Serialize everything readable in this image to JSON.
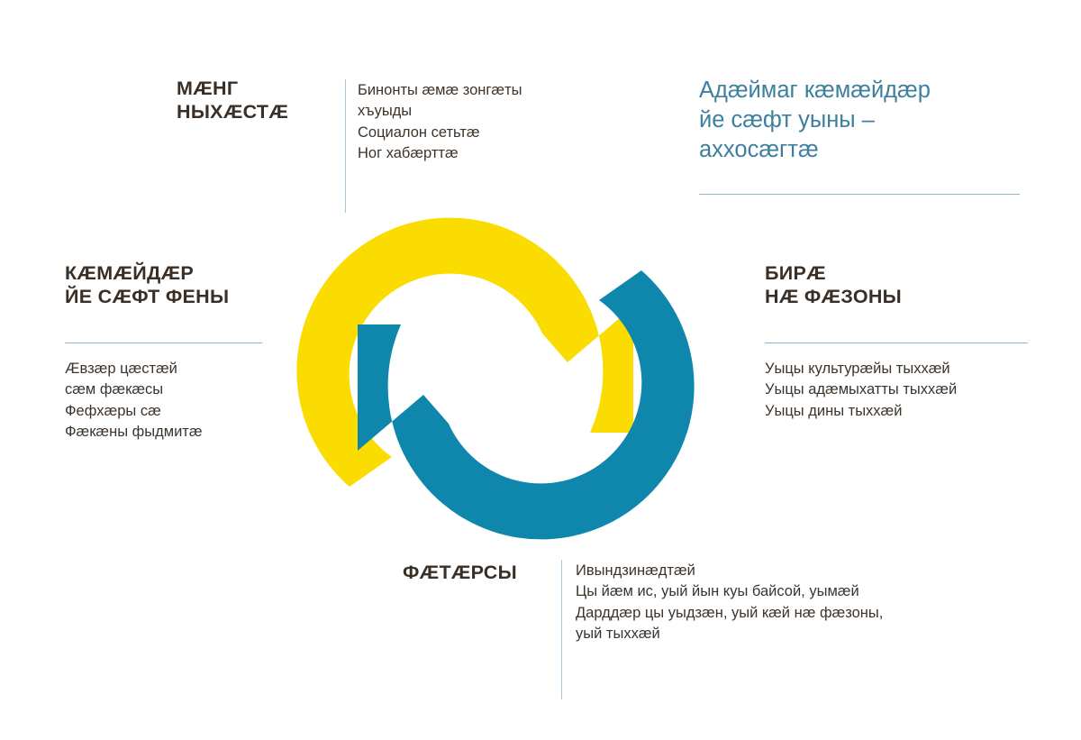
{
  "theme": {
    "yellow": "#fadc00",
    "blue": "#0f87ad",
    "heading_color": "#3a2f27",
    "blue_heading_color": "#3c7f9e",
    "body_color": "#3d332b",
    "rule_color": "#8fb5c7",
    "background": "#ffffff"
  },
  "top_left": {
    "heading": "МÆНГ\nНЫХÆСТÆ",
    "body": "Бинонты æмæ зонгæты\nхъуыды\nСоциалон сетьтæ\nНог хабæрттæ"
  },
  "top_right": {
    "heading": "Адæймаг кæмæйдæр\nйе сæфт уыны –\nаххосæгтæ"
  },
  "middle_left": {
    "heading": "КÆМÆЙДÆР\nЙЕ СÆФТ ФЕНЫ",
    "body": "Æвзæр цæстæй\nсæм фæкæсы\nФефхæры сæ\nФæкæны фыдмитæ"
  },
  "middle_right": {
    "heading": "БИРÆ\nНÆ ФÆЗОНЫ",
    "body": "Уыцы культурæйы тыххæй\nУыцы адæмыхатты тыххæй\nУыцы дины тыххæй"
  },
  "bottom": {
    "heading": "ФÆТÆРСЫ",
    "body": "Ивындзинæдтæй\nЦы йæм ис, уый йын куы байсой, уымæй\nДарддæр цы уыдзæн, уый кæй нæ фæзоны,\nуый тыххæй"
  },
  "cycle_graphic": {
    "description": "two-arrow circular cycle",
    "arrow_top": "yellow-arrow-clockwise",
    "arrow_bottom": "blue-arrow-counterclockwise"
  }
}
